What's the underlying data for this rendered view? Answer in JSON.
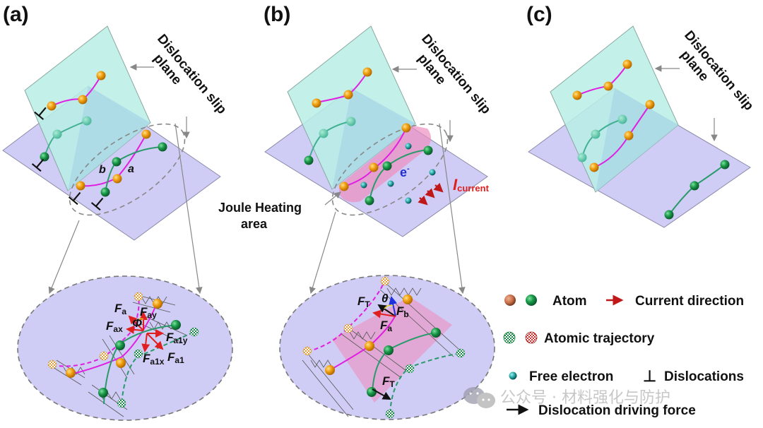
{
  "panels": [
    {
      "id": "a",
      "label": "(a)",
      "slip_label_line1": "Dislocation slip",
      "slip_label_line2": "plane",
      "letters": {
        "a": "a",
        "b": "b"
      },
      "forces": {
        "Fa": "F",
        "Fa_sub": "a",
        "Fay": "F",
        "Fay_sub": "ay",
        "Fax": "F",
        "Fax_sub": "ax",
        "phi": "Φ",
        "Fa1y": "F",
        "Fa1y_sub": "a1y",
        "Fa1x": "F",
        "Fa1x_sub": "a1x",
        "Fa1": "F",
        "Fa1_sub": "a1"
      },
      "dislocation_symbol": "⊥"
    },
    {
      "id": "b",
      "label": "(b)",
      "slip_label_line1": "Dislocation slip",
      "slip_label_line2": "plane",
      "joule_line1": "Joule Heating",
      "joule_line2": "area",
      "electron": "e",
      "electron_sup": "-",
      "current": "I",
      "current_sub": "current",
      "forces": {
        "FT": "F",
        "FT_sub": "T",
        "theta": "θ",
        "Fb": "F",
        "Fb_sub": "b",
        "Fa": "F",
        "Fa_sub": "a",
        "FT2": "F",
        "FT2_sub": "T"
      }
    },
    {
      "id": "c",
      "label": "(c)",
      "slip_label_line1": "Dislocation slip",
      "slip_label_line2": "plane"
    }
  ],
  "legend": [
    {
      "icon": "atom-icons",
      "label": "Atom"
    },
    {
      "icon": "red-arrow-icon",
      "label": "Current direction"
    },
    {
      "icon": "trajectory-icons",
      "label": "Atomic trajectory"
    },
    {
      "icon": "electron-icon",
      "label": "Free electron"
    },
    {
      "icon": "dislocation-icon",
      "symbol": "⊥",
      "label": "Dislocations"
    },
    {
      "icon": "black-arrow-icon",
      "label": "Dislocation driving force"
    }
  ],
  "watermark": "公众号 · 材料强化与防护",
  "colors": {
    "upper_plane": "#b8efe6",
    "lower_plane": "#cfcdf5",
    "overlap": "#a9d8e6",
    "orange_atom": "#f0a010",
    "green_atom": "#1a9a4a",
    "magenta_line": "#e020e0",
    "green_line": "#2a9a6a",
    "current_red": "#e02020",
    "heat_pink": "#ec8fc0",
    "electron_teal": "#20a0a0"
  }
}
